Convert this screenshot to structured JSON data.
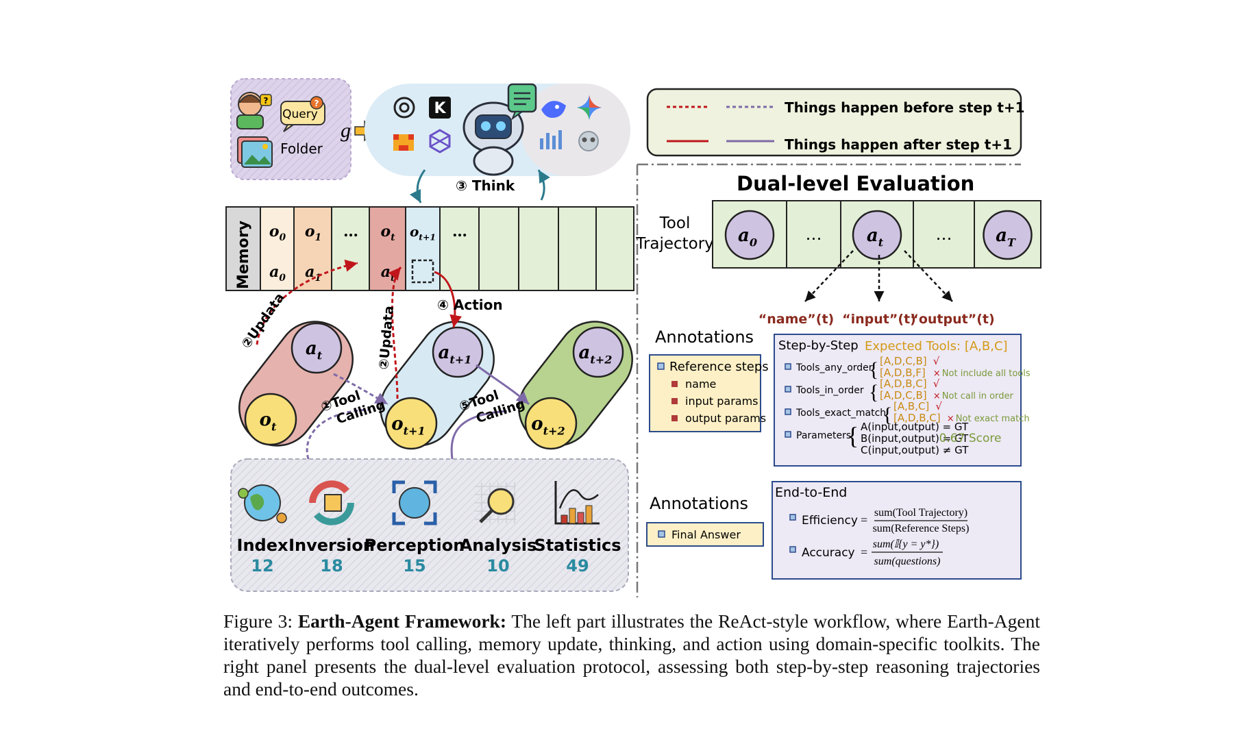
{
  "agent": {
    "query_label": "Query",
    "folder_label": "Folder",
    "goal_symbol": "g",
    "think_label": "③ Think",
    "llm_icons": [
      "openai-icon",
      "kimi-icon",
      "mistral-icon",
      "perplexity-icon",
      "deepseek-icon",
      "gemini-icon",
      "chart-model-icon",
      "owl-model-icon"
    ]
  },
  "legend": {
    "before_label": "Things happen before step t+1",
    "after_label": "Things happen after step t+1",
    "colors": {
      "red": "#c0161b",
      "purple": "#7e6aa8"
    }
  },
  "memory": {
    "label": "Memory",
    "obs": [
      "o0",
      "o1",
      "…",
      "ot",
      "ot+1",
      "…"
    ],
    "acts": [
      "a0",
      "a1",
      "…",
      "at",
      "",
      ""
    ]
  },
  "workflow": {
    "update_label": "②Updata",
    "action_label": "④ Action",
    "tool_call_1": [
      "①Tool",
      "Calling"
    ],
    "tool_call_5": [
      "⑤Tool",
      "Calling"
    ],
    "nodes": {
      "at": "a",
      "ot": "o",
      "at1": "a",
      "ot1": "o",
      "at2": "a",
      "ot2": "o"
    }
  },
  "toolkits": [
    {
      "name": "Index",
      "count": "12",
      "icon": "globe-index-icon"
    },
    {
      "name": "Inversion",
      "count": "18",
      "icon": "inversion-icon"
    },
    {
      "name": "Perception",
      "count": "15",
      "icon": "perception-icon"
    },
    {
      "name": "Analysis",
      "count": "10",
      "icon": "analysis-icon"
    },
    {
      "name": "Statistics",
      "count": "49",
      "icon": "statistics-icon"
    }
  ],
  "evaluation": {
    "title": "Dual-level Evaluation",
    "trajectory_label": [
      "Tool",
      "Trajectory"
    ],
    "trajectory_cells": [
      "a0",
      "…",
      "at",
      "…",
      "aT"
    ],
    "fields": [
      "“name”(t)",
      "“input”(t)",
      "“output”(t)"
    ],
    "annotations_label": "Annotations",
    "reference": {
      "title": "Reference steps",
      "items": [
        "name",
        "input params",
        "output params"
      ]
    },
    "step_by_step": {
      "title": "Step-by-Step",
      "expected": "Expected Tools: [A,B,C]",
      "rows": [
        {
          "label": "Tools_any_order",
          "top": "[A,D,C,B]",
          "bottom": "[A,D,B,F]",
          "mark_top": "√",
          "mark_bottom": "×",
          "note": "Not include all tools"
        },
        {
          "label": "Tools_in_order",
          "top": "[A,D,B,C]",
          "bottom": "[A,D,C,B]",
          "mark_top": "√",
          "mark_bottom": "×",
          "note": "Not call in order"
        },
        {
          "label": "Tools_exact_match",
          "top": "[A,B,C]",
          "bottom": "[A,D,B,C]",
          "mark_top": "√",
          "mark_bottom": "×",
          "note": "Not exact match"
        }
      ],
      "parameters_label": "Parameters",
      "param_lines": [
        "A(input,output) = GT",
        "B(input,output) = GT",
        "C(input,output) ≠ GT"
      ],
      "score": "0.67 Score"
    },
    "annotations2_label": "Annotations",
    "final_answer": "Final Answer",
    "end_to_end": {
      "title": "End-to-End",
      "efficiency_label": "Efficiency",
      "efficiency_num": "sum(Tool Trajectory)",
      "efficiency_den": "sum(Reference Steps)",
      "accuracy_label": "Accuracy",
      "accuracy_num": "sum(𝕀{y = y*})",
      "accuracy_den": "sum(questions)"
    }
  },
  "caption": {
    "label": "Figure 3:",
    "bold": "Earth-Agent Framework:",
    "text": "The left part illustrates the ReAct-style workflow, where Earth-Agent iteratively performs tool calling, memory update, thinking, and action using domain-specific toolkits. The right panel presents the dual-level evaluation protocol, assessing both step-by-step reasoning trajectories and end-to-end outcomes."
  }
}
